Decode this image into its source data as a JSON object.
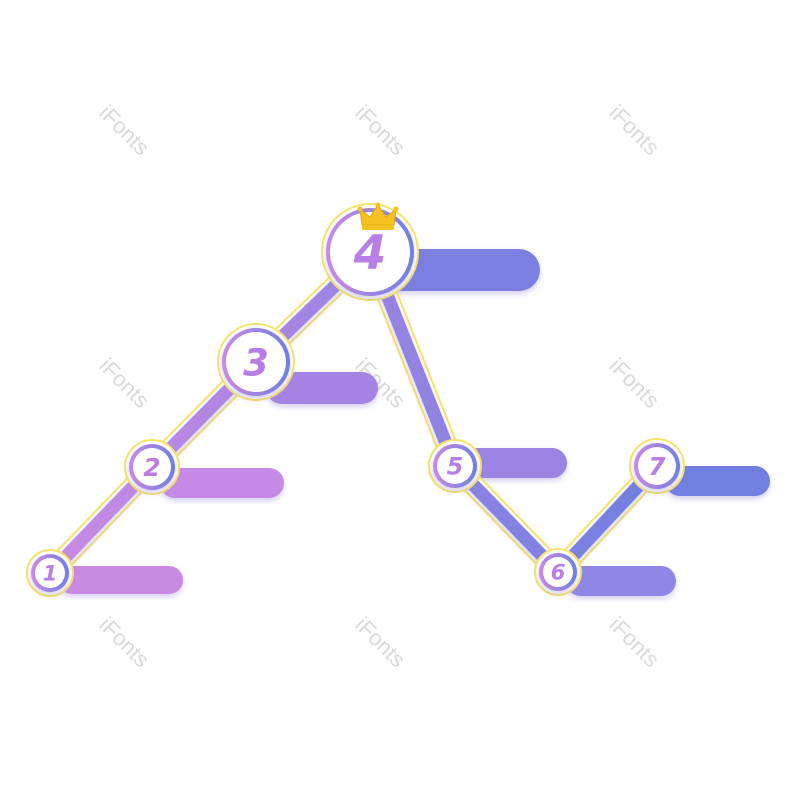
{
  "watermark": {
    "text": "iFonts"
  },
  "colors": {
    "track_outline": "#f5e36a",
    "track_start": "#c98ae4",
    "track_end": "#6f7fe0",
    "node_fill": "#ffffff",
    "node_ring": "#b77ee6",
    "number": "#b77ee6",
    "crown": "#f6c21f"
  },
  "steps": [
    {
      "number": "1",
      "bar_color": "#c98ae4"
    },
    {
      "number": "2",
      "bar_color": "#c48ae6"
    },
    {
      "number": "3",
      "bar_color": "#a684e6"
    },
    {
      "number": "4",
      "bar_color": "#7a7fe0",
      "crown": true
    },
    {
      "number": "5",
      "bar_color": "#9a85e4"
    },
    {
      "number": "6",
      "bar_color": "#8f86e6"
    },
    {
      "number": "7",
      "bar_color": "#6f7fe0"
    }
  ]
}
